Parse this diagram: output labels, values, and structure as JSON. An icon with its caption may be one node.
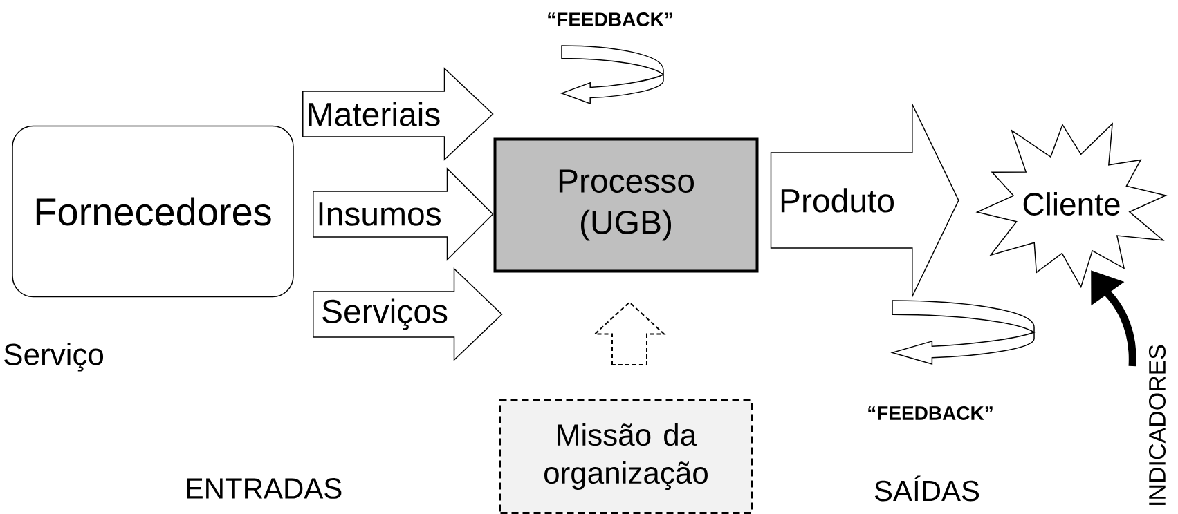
{
  "diagram": {
    "nodes": [
      {
        "text": [
          "Fornecedores"
        ]
      },
      {
        "text": [
          "Processo (UGB)"
        ]
      },
      {
        "text": [
          "Cliente"
        ]
      },
      {
        "text": [
          "Missão da organização"
        ]
      },
      {
        "text": [
          "INDICADORES"
        ]
      }
    ],
    "edges": [
      {
        "from": 0,
        "to": 1,
        "arrow": "to",
        "label": "Materiais"
      },
      {
        "from": 0,
        "to": 1,
        "arrow": "to",
        "label": "Insumos"
      },
      {
        "from": 0,
        "to": 1,
        "arrow": "to",
        "label": "Serviços"
      },
      {
        "from": 1,
        "to": 2,
        "arrow": "to",
        "label": "Produto"
      },
      {
        "from": 3,
        "to": 1,
        "arrow": "to",
        "style": "dashed"
      },
      {
        "from": 4,
        "to": 2,
        "arrow": "to"
      }
    ],
    "labels": [
      "“FEEDBACK”",
      "Serviço",
      "“FEEDBACK”",
      "ENTRADAS",
      "SAÍDAS"
    ]
  }
}
